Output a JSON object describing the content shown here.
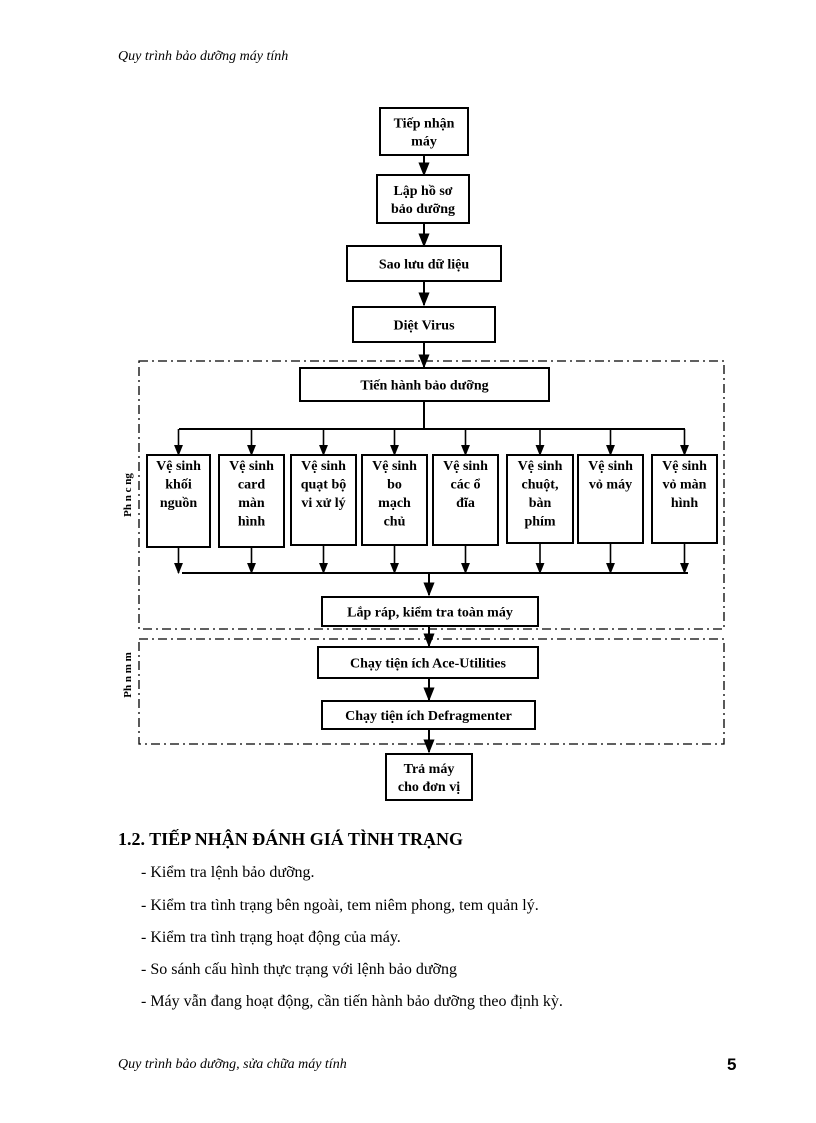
{
  "header": {
    "text": "Quy trình bảo dưỡng máy tính"
  },
  "flow": {
    "steps": {
      "receive": [
        "Tiếp nhận",
        "máy"
      ],
      "record": [
        "Lập hồ sơ",
        "bảo dưỡng"
      ],
      "backup": [
        "Sao lưu dữ liệu"
      ],
      "virus": [
        "Diệt Virus"
      ],
      "maintain": [
        "Tiến hành bảo dưỡng"
      ],
      "assemble": [
        "Lắp ráp, kiểm tra toàn máy"
      ],
      "ace": [
        "Chạy tiện ích Ace-Utilities"
      ],
      "defrag": [
        "Chạy tiện ích Defragmenter"
      ],
      "return": [
        "Trả máy",
        "cho đơn vị"
      ]
    },
    "cleaning": [
      [
        "Vệ sinh",
        "khối",
        "nguồn"
      ],
      [
        "Vệ sinh",
        "card",
        "màn",
        "hình"
      ],
      [
        "Vệ sinh",
        "quạt bộ",
        "vi xử lý"
      ],
      [
        "Vệ sinh",
        "bo",
        "mạch",
        "chủ"
      ],
      [
        "Vệ sinh",
        "các ổ",
        "đĩa"
      ],
      [
        "Vệ sinh",
        "chuột,",
        "bàn",
        "phím"
      ],
      [
        "Vệ sinh",
        "vỏ máy"
      ],
      [
        "Vệ sinh",
        "vỏ màn",
        "hình"
      ]
    ],
    "groups": {
      "hardware": "Ph n c ng",
      "software": "Ph n m m"
    }
  },
  "section": {
    "title": "1.2. TIẾP NHẬN ĐÁNH GIÁ TÌNH TRẠNG",
    "items": [
      "- Kiểm tra lệnh bảo dưỡng.",
      "- Kiểm tra tình trạng bên ngoài, tem niêm phong, tem quản lý.",
      "- Kiểm tra tình trạng hoạt động của máy.",
      "- So sánh cấu hình thực trạng với lệnh bảo dưỡng",
      "- Máy vẫn đang hoạt động, cần tiến hành bảo dưỡng theo định kỳ."
    ]
  },
  "footer": {
    "text": "Quy trình bảo dưỡng, sửa chữa máy tính",
    "page": "5"
  }
}
